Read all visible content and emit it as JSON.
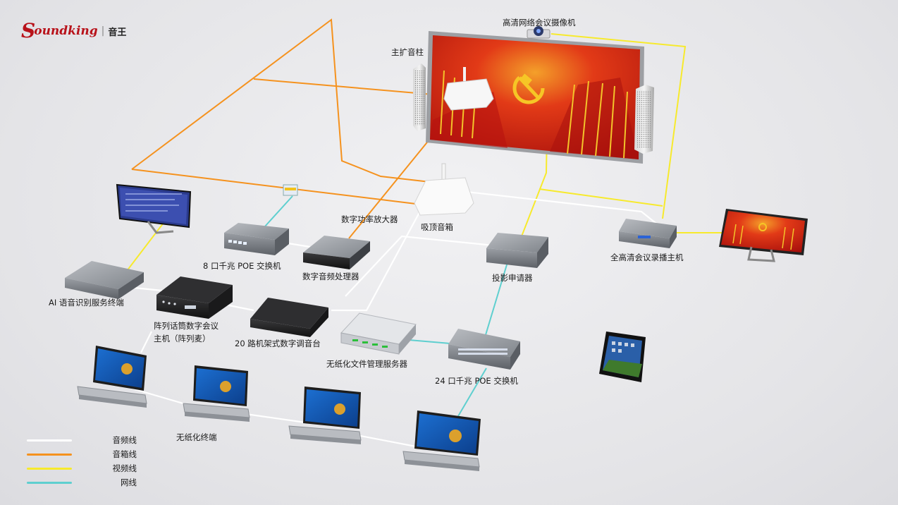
{
  "brand": {
    "logo_text": "oundking",
    "logo_initial": "S",
    "logo_cn": "音王",
    "color": "#b8121a"
  },
  "labels": {
    "camera": "高清网络会议摄像机",
    "main_speaker": "主扩音柱",
    "amplifier": "数字功率放大器",
    "ceiling_speaker": "吸顶音箱",
    "poe8": "8 口千兆 POE 交换机",
    "dsp": "数字音频处理器",
    "projector_ctrl": "投影申请器",
    "recorder": "全高清会议录播主机",
    "ai_server": "AI 语音识别服务终端",
    "array_mic_line1": "阵列话筒数字会议",
    "array_mic_line2": "主机（阵列麦）",
    "mixer": "20 路机架式数字调音台",
    "paperless_server": "无纸化文件管理服务器",
    "poe24": "24 口千兆 POE 交换机",
    "paperless_terminal": "无纸化终端"
  },
  "legend": [
    {
      "label": "音频线",
      "color": "#ffffff"
    },
    {
      "label": "音箱线",
      "color": "#f5921e"
    },
    {
      "label": "视频线",
      "color": "#f7ea2c"
    },
    {
      "label": "网线",
      "color": "#5ecfcf"
    }
  ],
  "colors": {
    "audio": "#ffffff",
    "speaker": "#f5921e",
    "video": "#f7ea2c",
    "network": "#5ecfcf",
    "screen_red": "#d21f14",
    "screen_gold": "#f6c626"
  }
}
